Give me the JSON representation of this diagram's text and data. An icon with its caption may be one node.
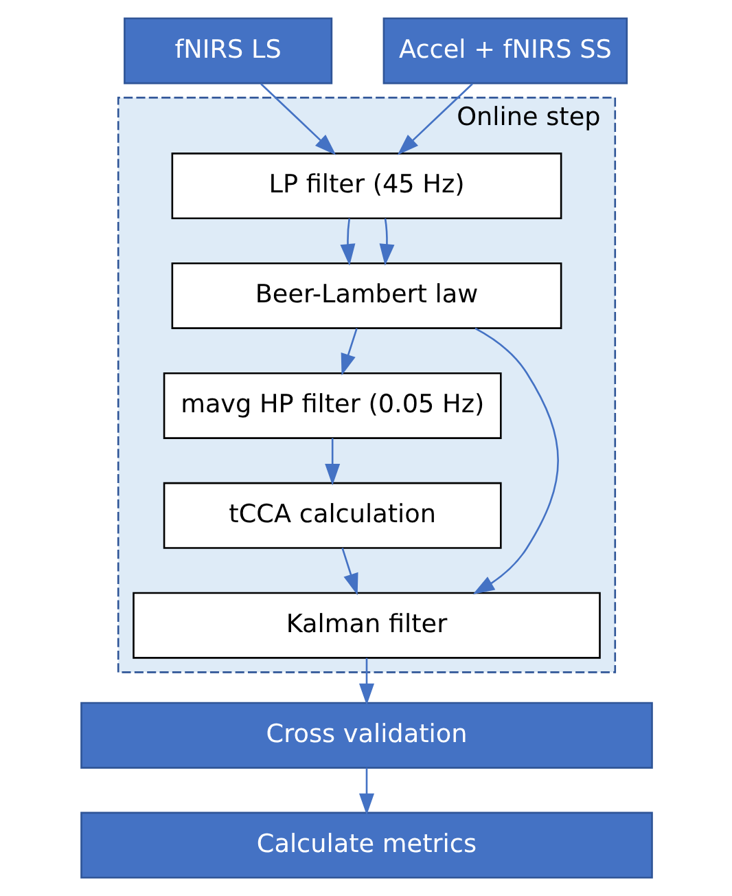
{
  "diagram": {
    "nodes": [
      {
        "text": [
          "fNIRS LS"
        ]
      },
      {
        "text": [
          "Accel + fNIRS SS"
        ]
      },
      {
        "text": [
          "Online step"
        ]
      },
      {
        "text": [
          "LP filter (45 Hz)"
        ],
        "in": 2
      },
      {
        "text": [
          "Beer-Lambert law"
        ],
        "in": 2
      },
      {
        "text": [
          "mavg HP filter (0.05 Hz)"
        ],
        "in": 2
      },
      {
        "text": [
          "tCCA calculation"
        ],
        "in": 2
      },
      {
        "text": [
          "Kalman filter"
        ],
        "in": 2
      },
      {
        "text": [
          "Cross validation"
        ]
      },
      {
        "text": [
          "Calculate metrics"
        ]
      }
    ],
    "edges": [
      {
        "from": 0,
        "to": 3,
        "arrow": "to"
      },
      {
        "from": 1,
        "to": 3,
        "arrow": "to"
      },
      {
        "from": 3,
        "to": 4,
        "arrow": "to"
      },
      {
        "from": 3,
        "to": 4,
        "arrow": "to"
      },
      {
        "from": 4,
        "to": 7,
        "arrow": "to"
      },
      {
        "from": 4,
        "to": 5,
        "arrow": "to"
      },
      {
        "from": 5,
        "to": 6,
        "arrow": "to"
      },
      {
        "from": 6,
        "to": 7,
        "arrow": "to"
      },
      {
        "from": 7,
        "to": 8,
        "arrow": "to"
      },
      {
        "from": 8,
        "to": 9,
        "arrow": "to"
      }
    ]
  }
}
